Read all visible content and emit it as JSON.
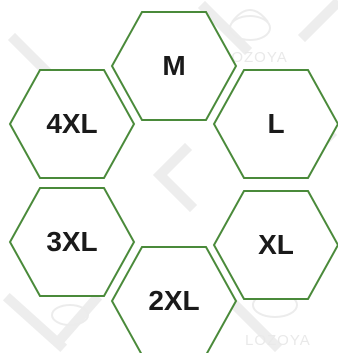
{
  "watermark": {
    "brand": "LOZOYA",
    "colors": {
      "text": "#e9e9e9",
      "shape": "#ededed"
    }
  },
  "size_options": [
    {
      "label": "M"
    },
    {
      "label": "4XL"
    },
    {
      "label": "L"
    },
    {
      "label": "3XL"
    },
    {
      "label": "XL"
    },
    {
      "label": "2XL"
    }
  ],
  "colors": {
    "hex_border": "#4a8a3a",
    "hex_fill": "#ffffff",
    "label_text": "#1a1a1a",
    "background": "#ffffff"
  }
}
